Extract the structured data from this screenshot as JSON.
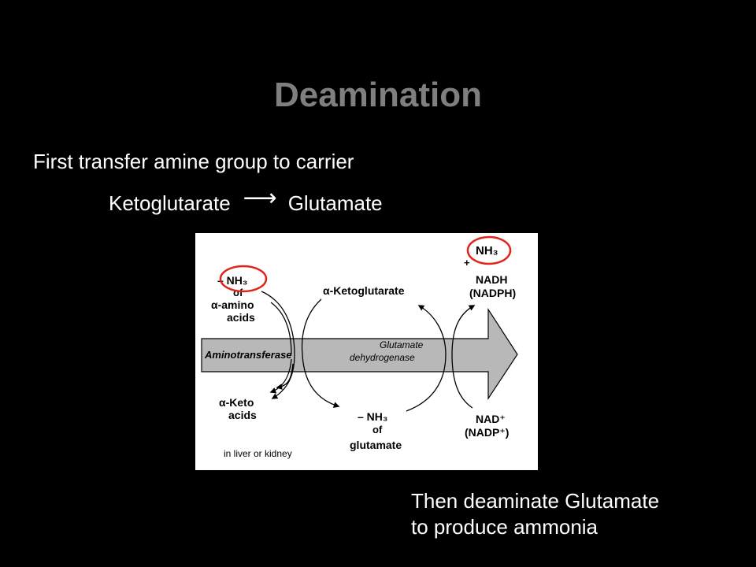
{
  "slide": {
    "title": "Deamination",
    "line1": "First transfer amine group to carrier",
    "reaction": {
      "from": "Ketoglutarate",
      "arrow": "⟶",
      "to": "Glutamate"
    },
    "note_line1": "Then deaminate Glutamate",
    "note_line2": "to produce ammonia"
  },
  "figure": {
    "left_top": {
      "minus_nh3": "– NH₃",
      "of": "of",
      "amino": "α-amino",
      "acids": "acids"
    },
    "left_bottom": {
      "keto": "α-Keto",
      "acids": "acids"
    },
    "center_top": "α-Ketoglutarate",
    "center_bottom": {
      "minus_nh3": "– NH₃",
      "of": "of",
      "glutamate": "glutamate"
    },
    "right_top": {
      "nh3": "NH₃",
      "plus": "+",
      "nadh": "NADH",
      "nadph": "(NADPH)"
    },
    "right_bottom": {
      "nad": "NAD⁺",
      "nadp": "(NADP⁺)"
    },
    "arrow_label_left": "Aminotransferase",
    "arrow_label_right_1": "Glutamate",
    "arrow_label_right_2": "dehydrogenase",
    "caption": "in liver or kidney",
    "highlight_color": "#e2231a",
    "arrow_fill": "#b8b8b8"
  }
}
